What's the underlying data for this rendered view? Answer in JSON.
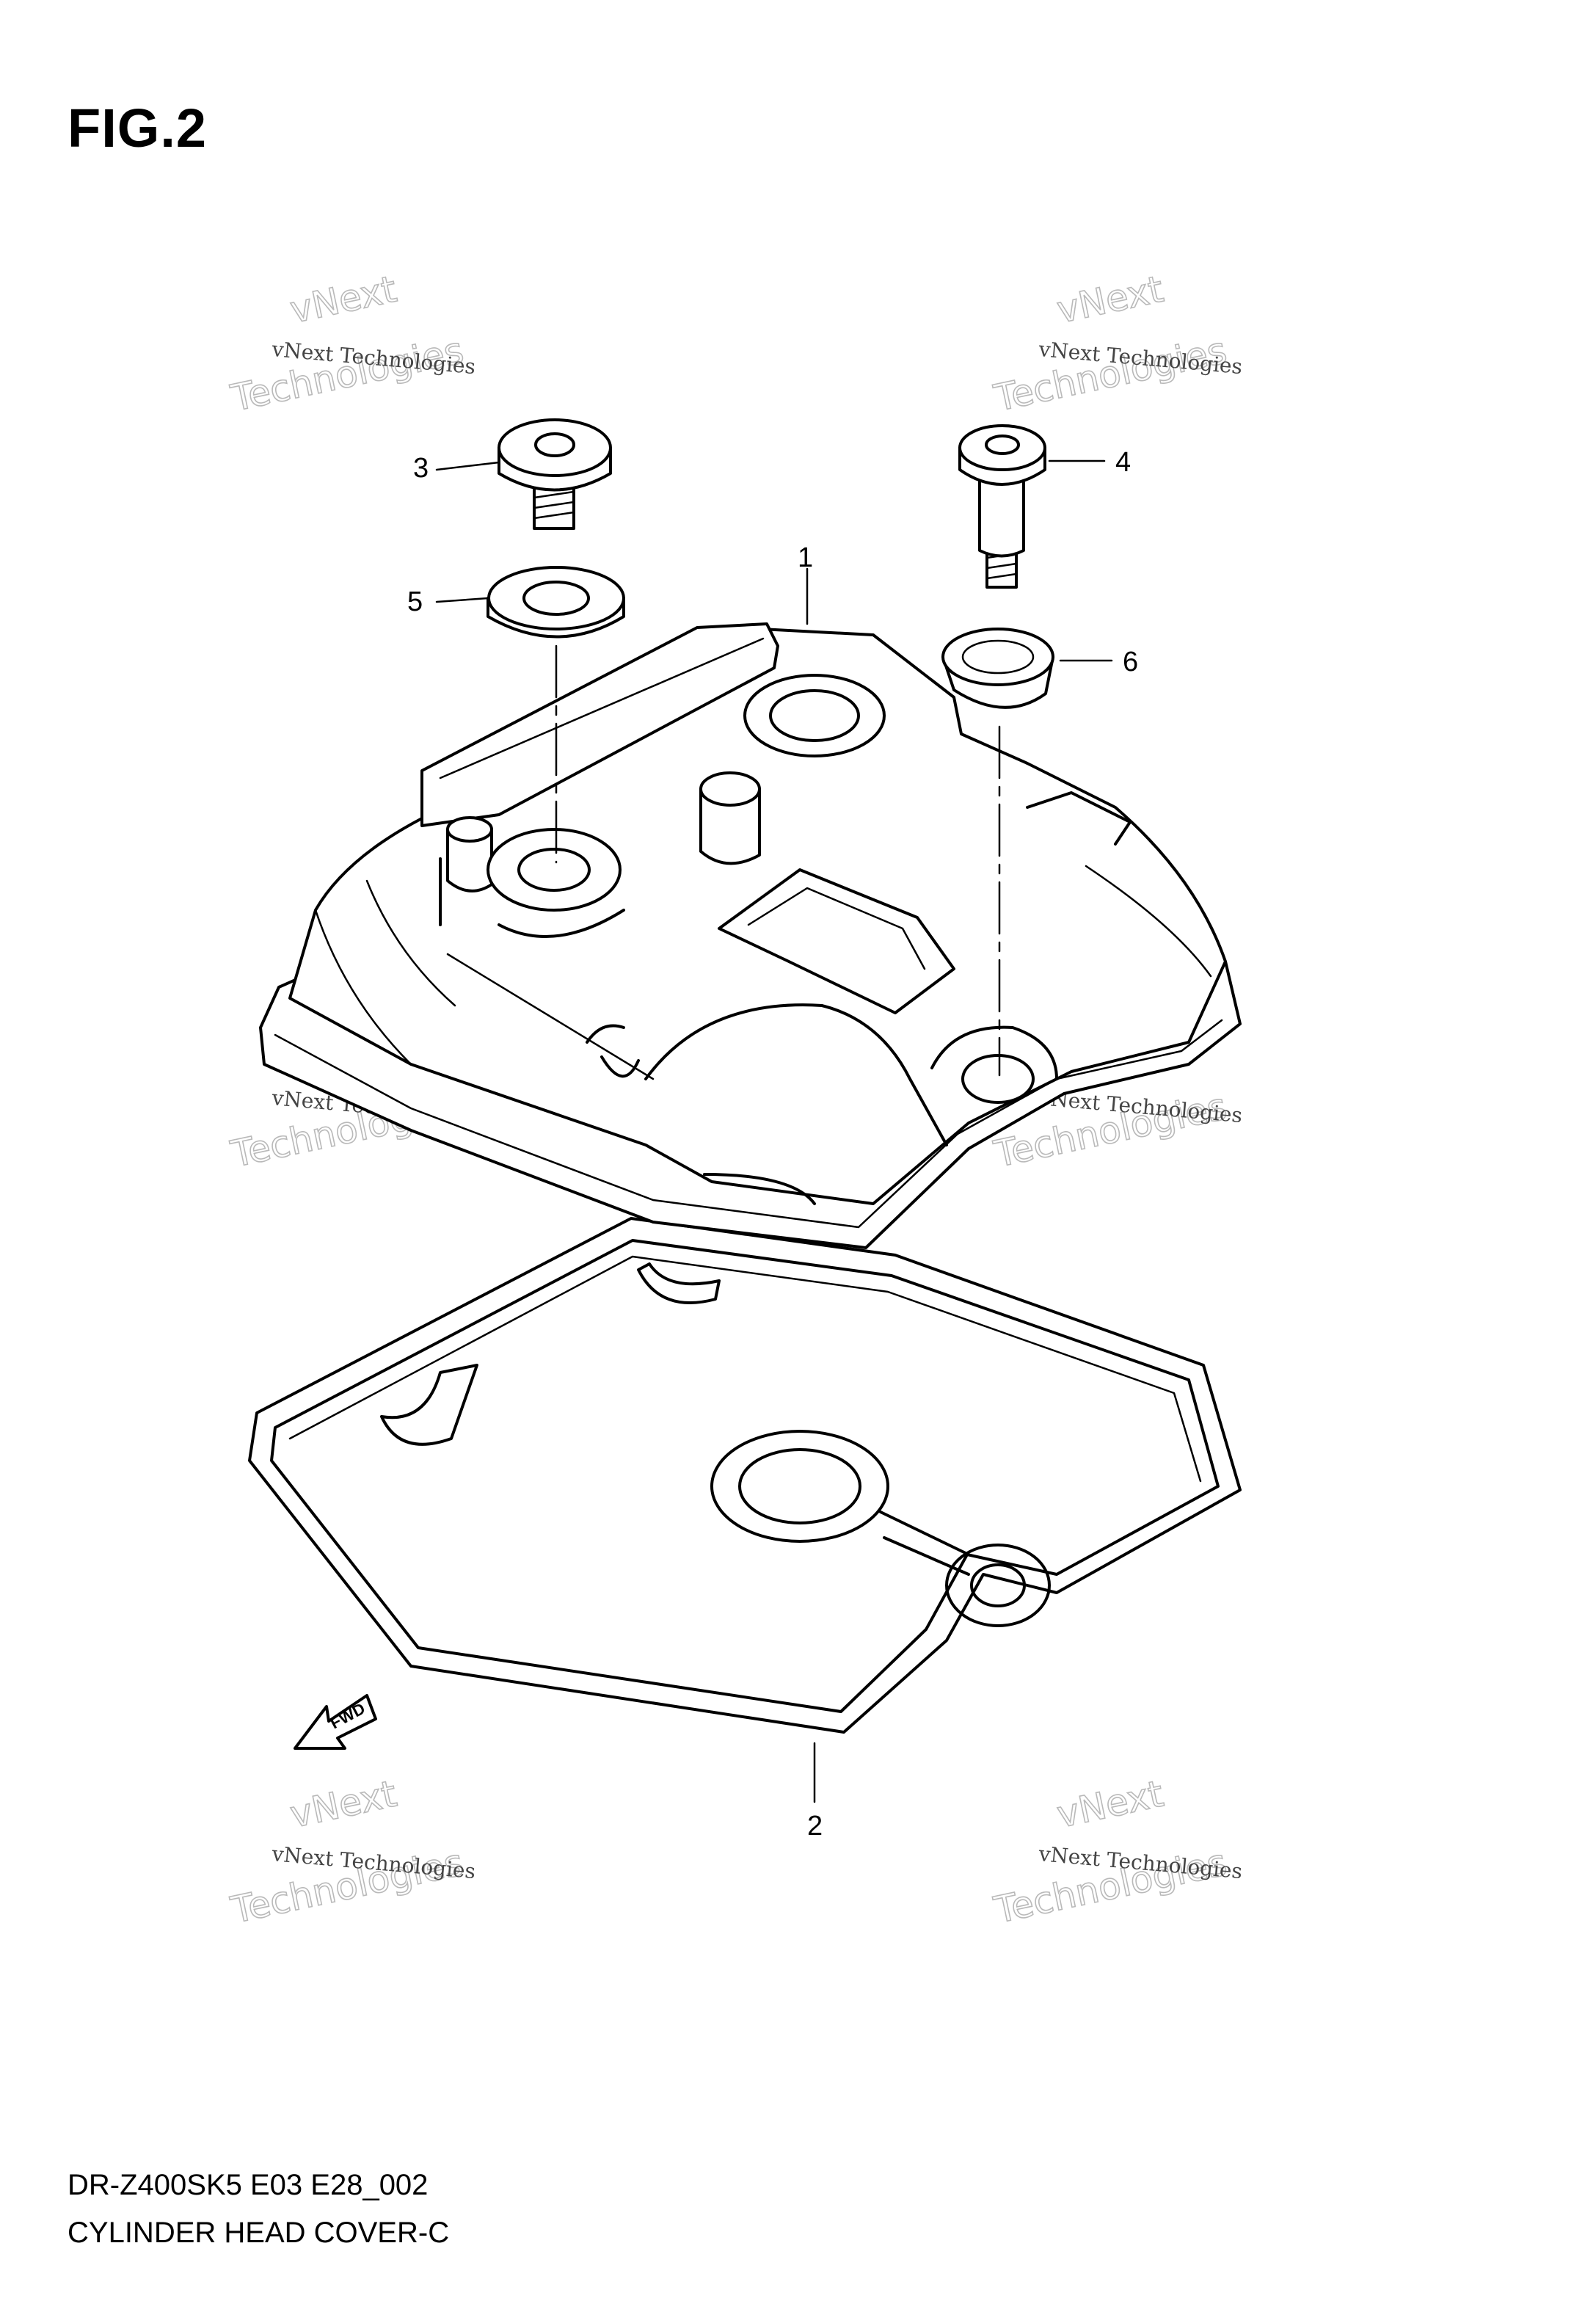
{
  "figure": {
    "title": "FIG.2",
    "code": "DR-Z400SK5 E03 E28_002",
    "name": "CYLINDER HEAD COVER-C"
  },
  "callouts": [
    "1",
    "2",
    "3",
    "4",
    "5",
    "6"
  ],
  "fwd_label": "FWD",
  "watermark": {
    "line_small": "vNext Technologies",
    "line_big_1": "vNext",
    "line_big_2": "Technologies"
  }
}
